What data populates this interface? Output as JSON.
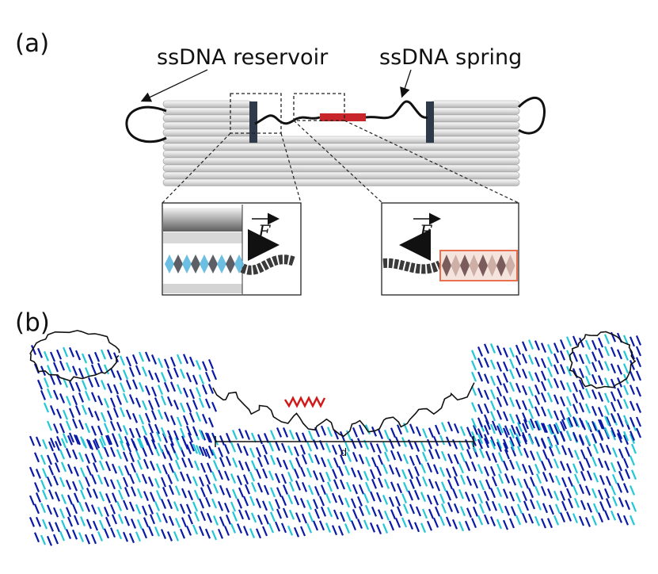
{
  "panels": {
    "a": {
      "label": "(a)"
    },
    "b": {
      "label": "(b)"
    }
  },
  "annotations": {
    "reservoir": "ssDNA reservoir",
    "spring": "ssDNA spring"
  },
  "insets": {
    "left_force": "F",
    "right_force": "F"
  },
  "measure": {
    "label": "d"
  },
  "colors": {
    "helix_dark": "#0a1aa6",
    "helix_light": "#22c8d6",
    "ssdna": "#111111",
    "highlight": "#d11a1a",
    "inset_blue": "#5bb8e0",
    "inset_pink": "#e8704f"
  }
}
